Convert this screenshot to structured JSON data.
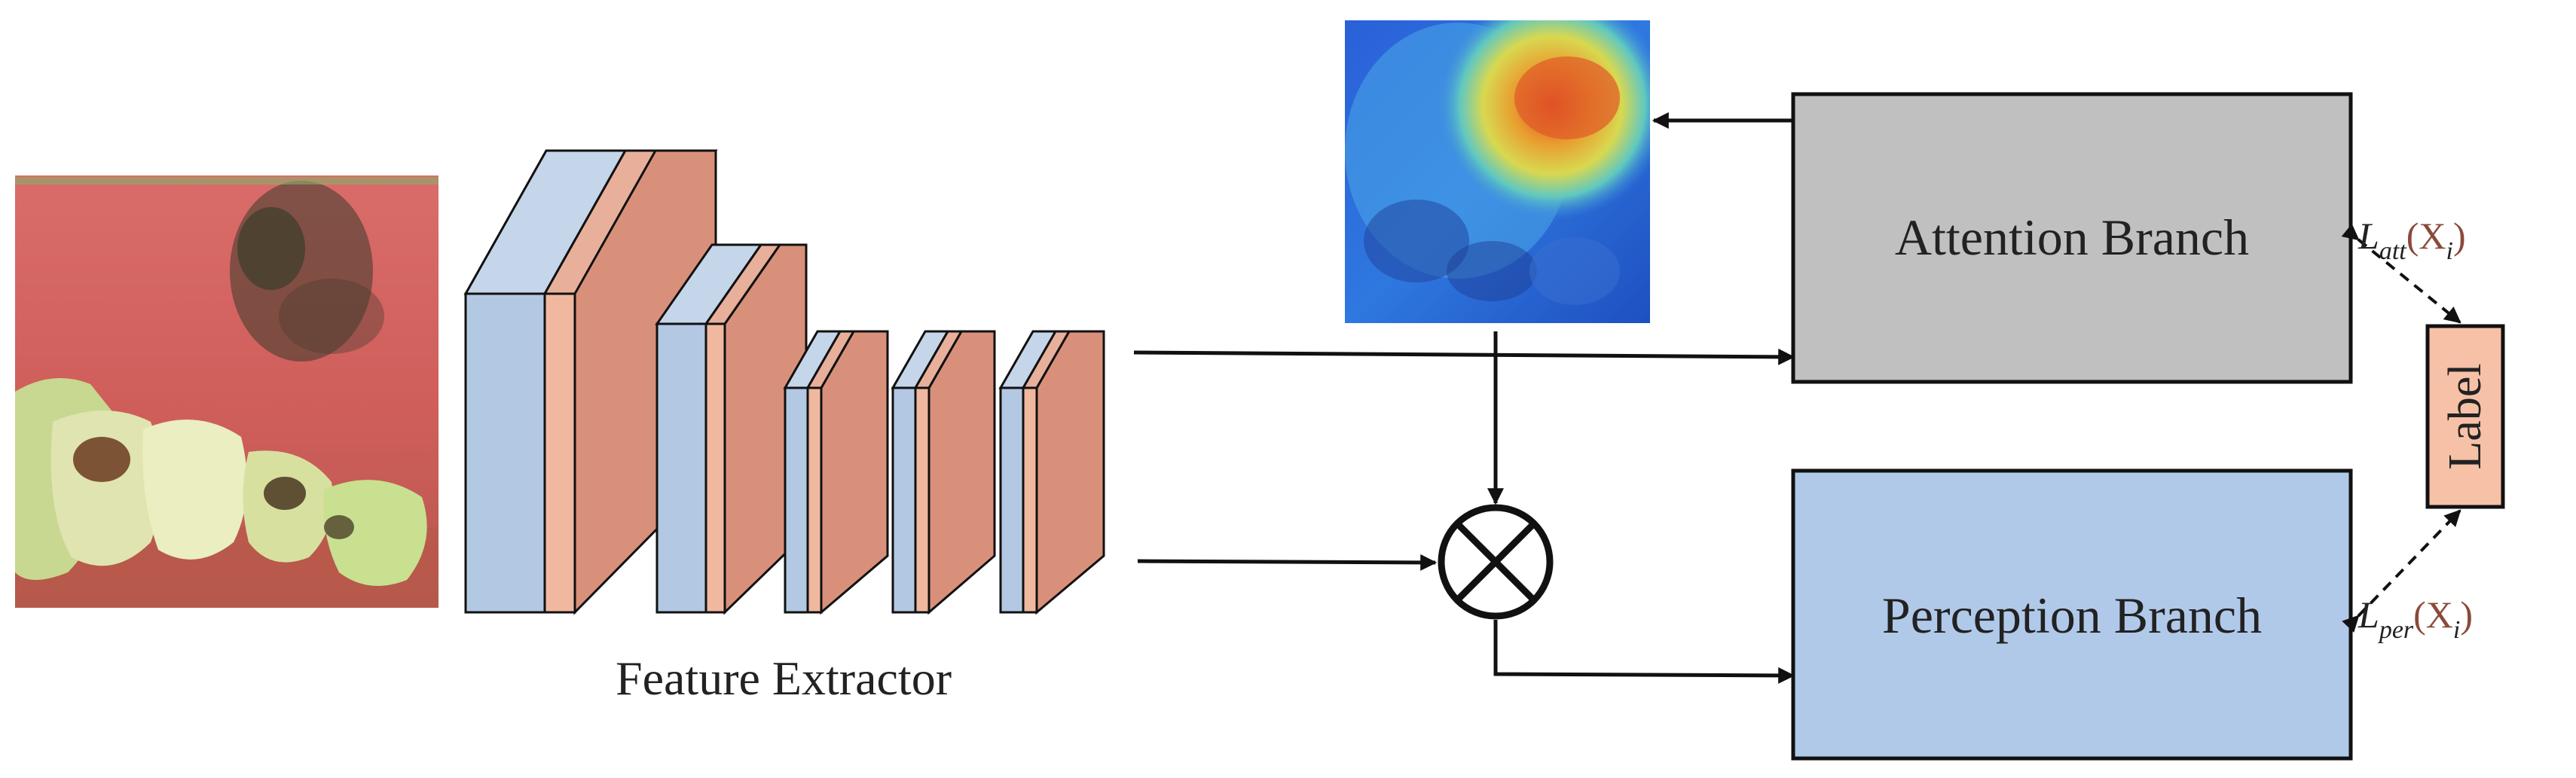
{
  "feature_extractor": {
    "label": "Feature Extractor"
  },
  "attention_branch": {
    "label": "Attention Branch"
  },
  "perception_branch": {
    "label": "Perception Branch"
  },
  "label_box": {
    "label": "Label"
  },
  "loss_att": {
    "symbol": "L",
    "subscript": "att",
    "argument": "(X",
    "arg_subscript": "i",
    "close": ")"
  },
  "loss_per": {
    "symbol": "L",
    "subscript": "per",
    "argument": "(X",
    "arg_subscript": "i",
    "close": ")"
  },
  "multiply_operator": {
    "icon": "otimes-icon"
  },
  "colors": {
    "feature_front": "#b3c8e3",
    "feature_side": "#d9907a",
    "attention_fill": "#c0c0c0",
    "perception_fill": "#b1c9e9",
    "label_fill": "#f6c1a6",
    "stroke": "#111111"
  }
}
